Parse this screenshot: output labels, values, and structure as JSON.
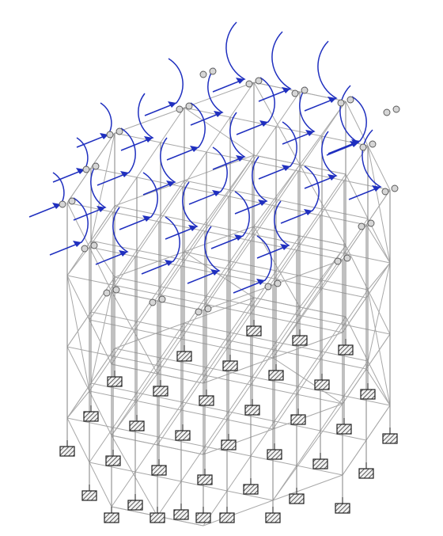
{
  "figure": {
    "colors": {
      "background": "#ffffff",
      "frame": "#a8a8a8",
      "column": "#8c8c8c",
      "moment": "#1f2fbf",
      "support": "#222222",
      "node": "#d6d6d6"
    },
    "elements": [
      "space-frame",
      "columns",
      "supports",
      "moment-arrows",
      "hinge-nodes"
    ]
  }
}
